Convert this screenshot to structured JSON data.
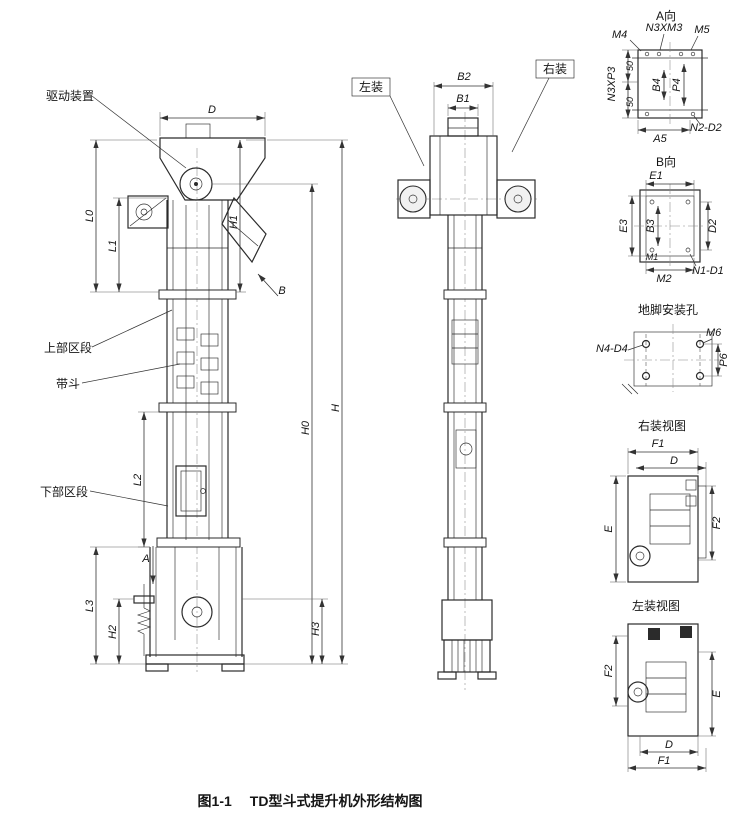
{
  "caption": {
    "prefix": "图1-1",
    "title": "TD型斗式提升机外形结构图"
  },
  "front": {
    "callouts": {
      "drive": "驱动装置",
      "upper": "上部区段",
      "buckets": "带斗",
      "lower": "下部区段"
    },
    "dims": {
      "d": "D",
      "l0": "L0",
      "l1": "L1",
      "h1": "H1",
      "b": "B",
      "h": "H",
      "h0": "H0",
      "l2": "L2",
      "a": "A",
      "l3": "L3",
      "h2": "H2",
      "h3": "H3"
    }
  },
  "side": {
    "callouts": {
      "left": "左装",
      "right": "右装"
    },
    "dims": {
      "b2": "B2",
      "b1": "B1"
    }
  },
  "details": {
    "a": {
      "title": "A向",
      "m4": "M4",
      "n3m3": "N3XM3",
      "m5": "M5",
      "n3p3": "N3XP3",
      "fifty_top": "50",
      "fifty_bottom": "50",
      "b4": "B4",
      "p4": "P4",
      "a5": "A5",
      "n2d2": "N2-D2"
    },
    "b": {
      "title": "B向",
      "e1": "E1",
      "e3": "E3",
      "b3": "B3",
      "d2": "D2",
      "m1": "M1",
      "m2": "M2",
      "n1d1": "N1-D1"
    },
    "anchor": {
      "title": "地脚安装孔",
      "n4d4": "N4-D4",
      "m6": "M6",
      "p6": "P6"
    },
    "right_view": {
      "title": "右装视图",
      "f1": "F1",
      "d": "D",
      "e": "E",
      "f2": "F2"
    },
    "left_view": {
      "title": "左装视图",
      "f2": "F2",
      "e": "E",
      "d": "D",
      "f1": "F1"
    }
  }
}
